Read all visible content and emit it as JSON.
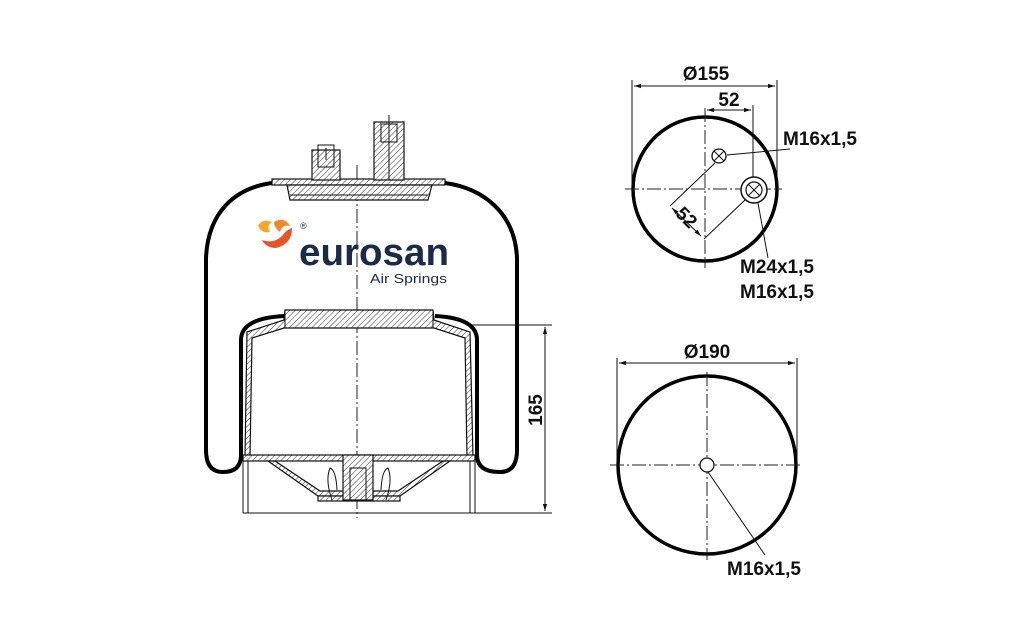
{
  "logo": {
    "brand": "eurosan",
    "registered": "®",
    "tagline": "Air Springs",
    "brand_color": "#1b2a4a",
    "icon_colors": [
      "#f5a623",
      "#e8542a"
    ]
  },
  "side_view": {
    "height_label": "165"
  },
  "top_plate_view": {
    "diameter_label": "Ø155",
    "offset_label": "52",
    "diagonal_label": "52",
    "hole_label_1": "M16x1,5",
    "hole_label_2a": "M24x1,5",
    "hole_label_2b": "M16x1,5"
  },
  "piston_view": {
    "diameter_label": "Ø190",
    "hole_label": "M16x1,5"
  }
}
